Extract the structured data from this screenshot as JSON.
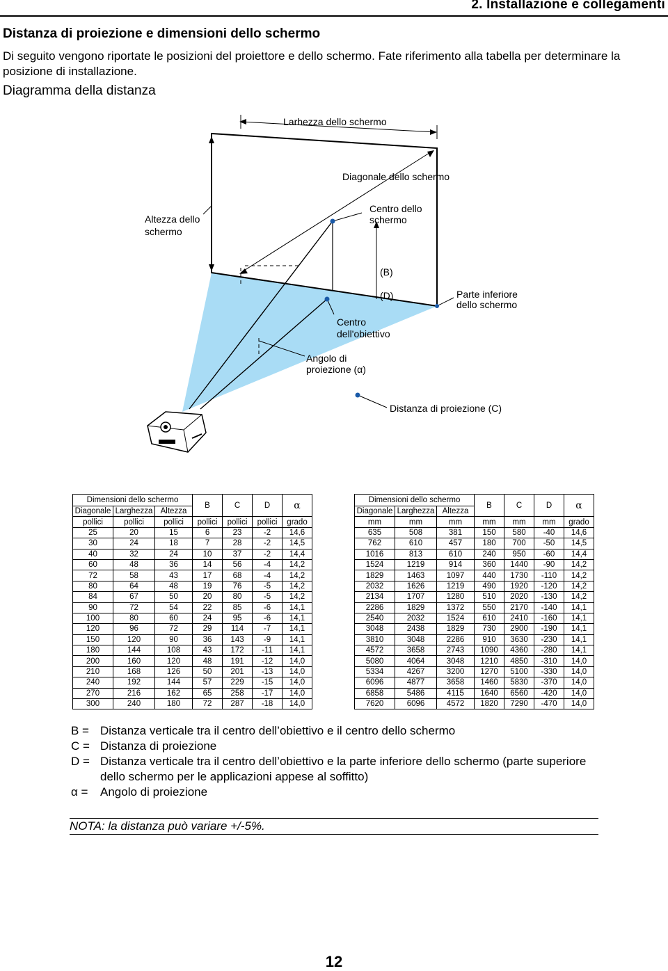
{
  "header": {
    "chapter": "2. Installazione e collegamenti"
  },
  "section": {
    "title": "Distanza di proiezione e dimensioni dello schermo",
    "intro": "Di seguito vengono riportate le posizioni del proiettore e dello schermo. Fate riferimento alla tabella per determinare la posizione di installazione.",
    "diagram_title": "Diagramma della distanza"
  },
  "diagram": {
    "screen_width": "Larhezza dello schermo",
    "screen_diagonal": "Diagonale dello schermo",
    "screen_height_1": "Altezza dello",
    "screen_height_2": "schermo",
    "screen_center_1": "Centro dello",
    "screen_center_2": "schermo",
    "b_label": "(B)",
    "d_label": "(D)",
    "screen_bottom_1": "Parte inferiore",
    "screen_bottom_2": "dello schermo",
    "lens_center_1": "Centro",
    "lens_center_2": "dell'obiettivo",
    "angle_1": "Angolo di",
    "angle_2": "proiezione (α)",
    "distance": "Distanza di proiezione (C)",
    "colors": {
      "beam": "#a9dcf5",
      "line": "#000000"
    }
  },
  "table_inches": {
    "group_header": "Dimensioni dello schermo",
    "col_b": "B",
    "col_c": "C",
    "col_d": "D",
    "col_alpha": "α",
    "sub_headers": [
      "Diagonale",
      "Larghezza",
      "Altezza"
    ],
    "units": [
      "pollici",
      "pollici",
      "pollici",
      "pollici",
      "pollici",
      "pollici",
      "grado"
    ],
    "rows": [
      [
        "25",
        "20",
        "15",
        "6",
        "23",
        "-2",
        "14,6"
      ],
      [
        "30",
        "24",
        "18",
        "7",
        "28",
        "-2",
        "14,5"
      ],
      [
        "40",
        "32",
        "24",
        "10",
        "37",
        "-2",
        "14,4"
      ],
      [
        "60",
        "48",
        "36",
        "14",
        "56",
        "-4",
        "14,2"
      ],
      [
        "72",
        "58",
        "43",
        "17",
        "68",
        "-4",
        "14,2"
      ],
      [
        "80",
        "64",
        "48",
        "19",
        "76",
        "-5",
        "14,2"
      ],
      [
        "84",
        "67",
        "50",
        "20",
        "80",
        "-5",
        "14,2"
      ],
      [
        "90",
        "72",
        "54",
        "22",
        "85",
        "-6",
        "14,1"
      ],
      [
        "100",
        "80",
        "60",
        "24",
        "95",
        "-6",
        "14,1"
      ],
      [
        "120",
        "96",
        "72",
        "29",
        "114",
        "-7",
        "14,1"
      ],
      [
        "150",
        "120",
        "90",
        "36",
        "143",
        "-9",
        "14,1"
      ],
      [
        "180",
        "144",
        "108",
        "43",
        "172",
        "-11",
        "14,1"
      ],
      [
        "200",
        "160",
        "120",
        "48",
        "191",
        "-12",
        "14,0"
      ],
      [
        "210",
        "168",
        "126",
        "50",
        "201",
        "-13",
        "14,0"
      ],
      [
        "240",
        "192",
        "144",
        "57",
        "229",
        "-15",
        "14,0"
      ],
      [
        "270",
        "216",
        "162",
        "65",
        "258",
        "-17",
        "14,0"
      ],
      [
        "300",
        "240",
        "180",
        "72",
        "287",
        "-18",
        "14,0"
      ]
    ]
  },
  "table_mm": {
    "group_header": "Dimensioni dello schermo",
    "col_b": "B",
    "col_c": "C",
    "col_d": "D",
    "col_alpha": "α",
    "sub_headers": [
      "Diagonale",
      "Larghezza",
      "Altezza"
    ],
    "units": [
      "mm",
      "mm",
      "mm",
      "mm",
      "mm",
      "mm",
      "grado"
    ],
    "rows": [
      [
        "635",
        "508",
        "381",
        "150",
        "580",
        "-40",
        "14,6"
      ],
      [
        "762",
        "610",
        "457",
        "180",
        "700",
        "-50",
        "14,5"
      ],
      [
        "1016",
        "813",
        "610",
        "240",
        "950",
        "-60",
        "14,4"
      ],
      [
        "1524",
        "1219",
        "914",
        "360",
        "1440",
        "-90",
        "14,2"
      ],
      [
        "1829",
        "1463",
        "1097",
        "440",
        "1730",
        "-110",
        "14,2"
      ],
      [
        "2032",
        "1626",
        "1219",
        "490",
        "1920",
        "-120",
        "14,2"
      ],
      [
        "2134",
        "1707",
        "1280",
        "510",
        "2020",
        "-130",
        "14,2"
      ],
      [
        "2286",
        "1829",
        "1372",
        "550",
        "2170",
        "-140",
        "14,1"
      ],
      [
        "2540",
        "2032",
        "1524",
        "610",
        "2410",
        "-160",
        "14,1"
      ],
      [
        "3048",
        "2438",
        "1829",
        "730",
        "2900",
        "-190",
        "14,1"
      ],
      [
        "3810",
        "3048",
        "2286",
        "910",
        "3630",
        "-230",
        "14,1"
      ],
      [
        "4572",
        "3658",
        "2743",
        "1090",
        "4360",
        "-280",
        "14,1"
      ],
      [
        "5080",
        "4064",
        "3048",
        "1210",
        "4850",
        "-310",
        "14,0"
      ],
      [
        "5334",
        "4267",
        "3200",
        "1270",
        "5100",
        "-330",
        "14,0"
      ],
      [
        "6096",
        "4877",
        "3658",
        "1460",
        "5830",
        "-370",
        "14,0"
      ],
      [
        "6858",
        "5486",
        "4115",
        "1640",
        "6560",
        "-420",
        "14,0"
      ],
      [
        "7620",
        "6096",
        "4572",
        "1820",
        "7290",
        "-470",
        "14,0"
      ]
    ]
  },
  "legend": [
    {
      "key": "B =",
      "text": "Distanza verticale tra il centro dell’obiettivo e il centro dello schermo"
    },
    {
      "key": "C =",
      "text": "Distanza di proiezione"
    },
    {
      "key": "D =",
      "text": "Distanza verticale tra il centro dell’obiettivo e la parte inferiore dello schermo (parte superiore dello schermo per le applicazioni appese al soffitto)"
    },
    {
      "key": "α =",
      "text": "Angolo di proiezione"
    }
  ],
  "note": "NOTA: la distanza può variare +/-5%.",
  "page_number": "12"
}
